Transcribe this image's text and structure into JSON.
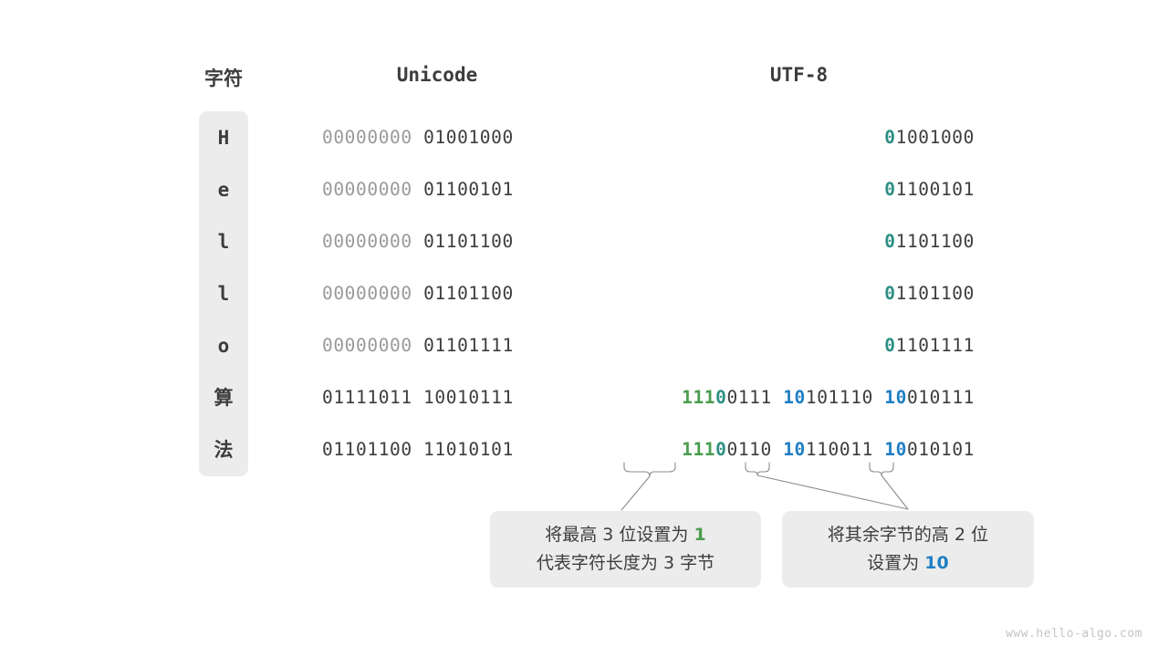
{
  "headers": {
    "character": "字符",
    "unicode": "Unicode",
    "utf8": "UTF-8"
  },
  "colors": {
    "green": "#4a9d4f",
    "teal": "#2d8f82",
    "blue": "#1f7fc4",
    "dark": "#3d3d3d",
    "dim": "#9a9a9a",
    "panel": "#ececec",
    "watermark": "#c4c4c4"
  },
  "rows": [
    {
      "char": "H",
      "unicode": [
        {
          "text": "00000000 ",
          "style": "dim"
        },
        {
          "text": "01001000",
          "style": "dark"
        }
      ],
      "utf8": [
        {
          "text": "0",
          "style": "teal"
        },
        {
          "text": "1001000",
          "style": "dark"
        }
      ]
    },
    {
      "char": "e",
      "unicode": [
        {
          "text": "00000000 ",
          "style": "dim"
        },
        {
          "text": "01100101",
          "style": "dark"
        }
      ],
      "utf8": [
        {
          "text": "0",
          "style": "teal"
        },
        {
          "text": "1100101",
          "style": "dark"
        }
      ]
    },
    {
      "char": "l",
      "unicode": [
        {
          "text": "00000000 ",
          "style": "dim"
        },
        {
          "text": "01101100",
          "style": "dark"
        }
      ],
      "utf8": [
        {
          "text": "0",
          "style": "teal"
        },
        {
          "text": "1101100",
          "style": "dark"
        }
      ]
    },
    {
      "char": "l",
      "unicode": [
        {
          "text": "00000000 ",
          "style": "dim"
        },
        {
          "text": "01101100",
          "style": "dark"
        }
      ],
      "utf8": [
        {
          "text": "0",
          "style": "teal"
        },
        {
          "text": "1101100",
          "style": "dark"
        }
      ]
    },
    {
      "char": "o",
      "unicode": [
        {
          "text": "00000000 ",
          "style": "dim"
        },
        {
          "text": "01101111",
          "style": "dark"
        }
      ],
      "utf8": [
        {
          "text": "0",
          "style": "teal"
        },
        {
          "text": "1101111",
          "style": "dark"
        }
      ]
    },
    {
      "char": "算",
      "unicode": [
        {
          "text": "01111011 10010111",
          "style": "dark"
        }
      ],
      "utf8": [
        {
          "text": "111",
          "style": "green"
        },
        {
          "text": "0",
          "style": "teal"
        },
        {
          "text": "0111 ",
          "style": "dark"
        },
        {
          "text": "10",
          "style": "blue"
        },
        {
          "text": "101110 ",
          "style": "dark"
        },
        {
          "text": "10",
          "style": "blue"
        },
        {
          "text": "010111",
          "style": "dark"
        }
      ]
    },
    {
      "char": "法",
      "unicode": [
        {
          "text": "01101100 11010101",
          "style": "dark"
        }
      ],
      "utf8": [
        {
          "text": "111",
          "style": "green"
        },
        {
          "text": "0",
          "style": "teal"
        },
        {
          "text": "0110 ",
          "style": "dark"
        },
        {
          "text": "10",
          "style": "blue"
        },
        {
          "text": "110011 ",
          "style": "dark"
        },
        {
          "text": "10",
          "style": "blue"
        },
        {
          "text": "010101",
          "style": "dark"
        }
      ]
    }
  ],
  "callouts": {
    "left": {
      "line1": [
        {
          "text": "将最高 3 位设置为 ",
          "style": "plain"
        },
        {
          "text": "1",
          "style": "green"
        }
      ],
      "line2": [
        {
          "text": "代表字符长度为 3 字节",
          "style": "plain"
        }
      ]
    },
    "right": {
      "line1": [
        {
          "text": "将其余字节的高 2 位",
          "style": "plain"
        }
      ],
      "line2": [
        {
          "text": "设置为 ",
          "style": "plain"
        },
        {
          "text": "10",
          "style": "blue"
        }
      ]
    }
  },
  "watermark": "www.hello-algo.com"
}
